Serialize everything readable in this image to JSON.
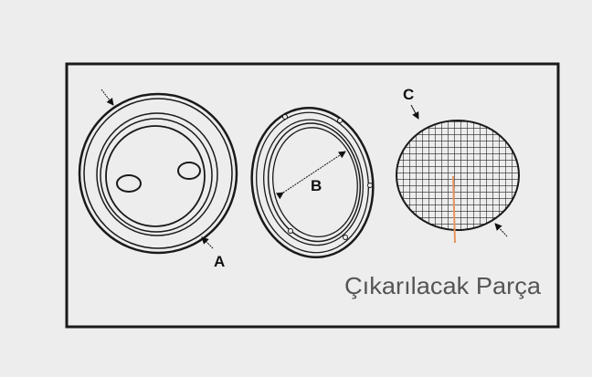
{
  "labels": {
    "a": "A",
    "b": "B",
    "c": "C"
  },
  "caption": "Çıkarılacak Parça",
  "colors": {
    "background": "#ededed",
    "line": "#1a1a1a",
    "marker": "#e8955e"
  }
}
